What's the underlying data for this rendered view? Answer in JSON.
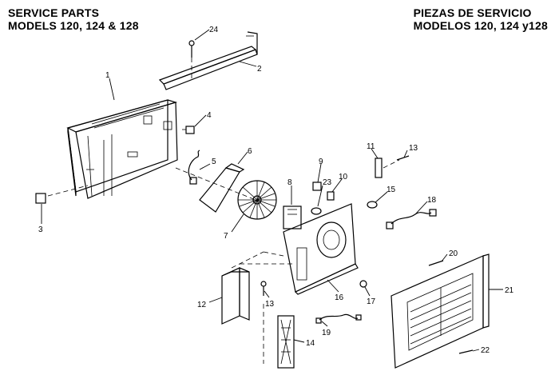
{
  "header": {
    "left_line1": "SERVICE PARTS",
    "left_line2": "MODELS 120, 124 & 128",
    "right_line1": "PIEZAS DE SERVICIO",
    "right_line2": "MODELOS 120, 124 y128"
  },
  "callouts": [
    "1",
    "2",
    "3",
    "4",
    "5",
    "6",
    "7",
    "8",
    "9",
    "10",
    "11",
    "12",
    "13",
    "13",
    "14",
    "15",
    "16",
    "17",
    "18",
    "19",
    "20",
    "21",
    "22",
    "23",
    "24"
  ]
}
